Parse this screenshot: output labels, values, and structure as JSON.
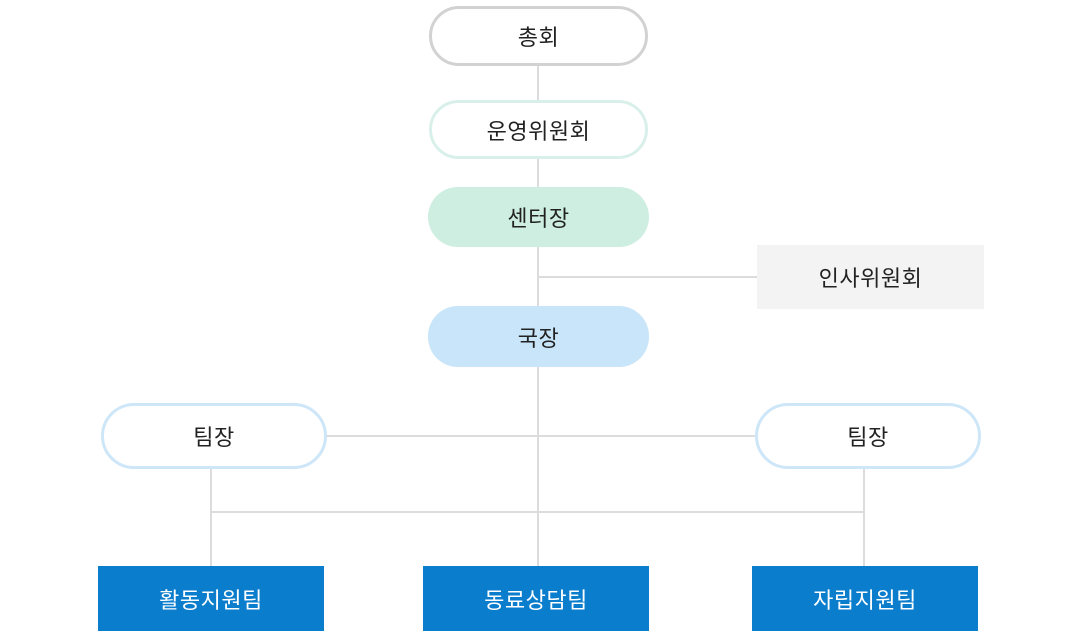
{
  "org_chart": {
    "general_assembly": "총회",
    "operating_committee": "운영위원회",
    "center_director": "센터장",
    "personnel_committee": "인사위원회",
    "secretary_general": "국장",
    "team_leader_left": "팀장",
    "team_leader_right": "팀장",
    "teams": {
      "activity_support": "활동지원팀",
      "peer_counseling": "동료상담팀",
      "independence_support": "자립지원팀"
    }
  },
  "colors": {
    "connector": "#dcdcdc",
    "team_box": "#0a7dcc",
    "director_fill": "#cdeee0",
    "chief_fill": "#c9e5f9"
  }
}
